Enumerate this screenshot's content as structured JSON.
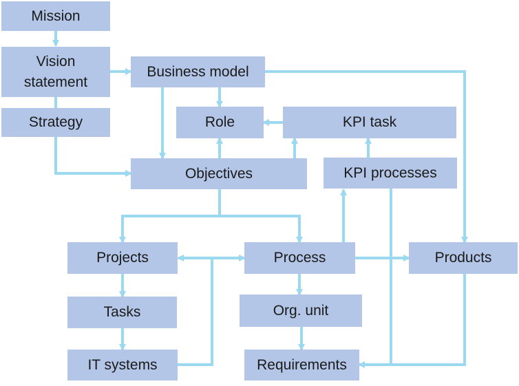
{
  "colors": {
    "box": "#b4c6e7",
    "connector": "#9ad9f0",
    "text": "#1a1a1a"
  },
  "nodes": {
    "mission": "Mission",
    "vision_line1": "Vision",
    "vision_line2": "statement",
    "strategy": "Strategy",
    "business_model": "Business model",
    "role": "Role",
    "kpi_task": "KPI task",
    "objectives": "Objectives",
    "kpi_processes": "KPI processes",
    "projects": "Projects",
    "process": "Process",
    "products": "Products",
    "tasks": "Tasks",
    "org_unit": "Org. unit",
    "it_systems": "IT systems",
    "requirements": "Requirements"
  }
}
